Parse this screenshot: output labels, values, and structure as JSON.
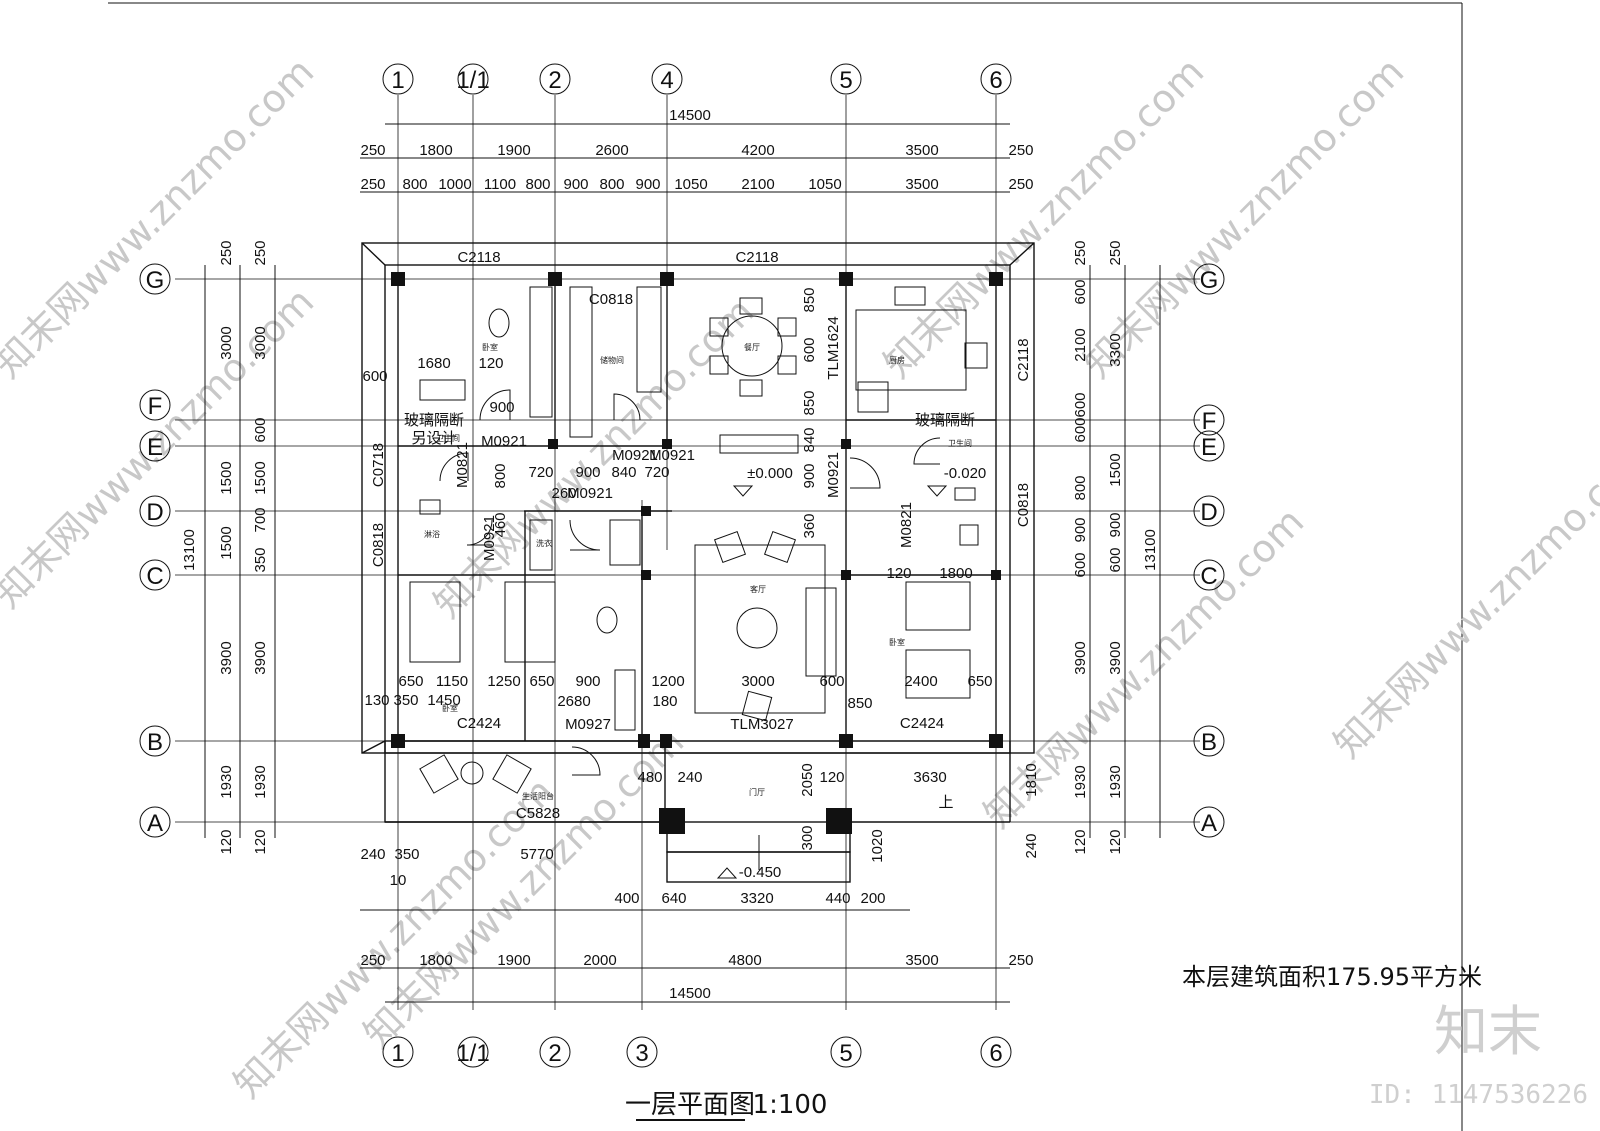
{
  "drawing": {
    "title": "一层平面图",
    "scale": "1:100",
    "area_note": "本层建筑面积175.95平方米",
    "brand": "知末",
    "id_text": "ID: 1147536226",
    "watermark": "知末网www.znzmo.com"
  },
  "axes_vertical": {
    "top": [
      "1",
      "1/1",
      "2",
      "4",
      "5",
      "6"
    ],
    "bottom": [
      "1",
      "1/1",
      "2",
      "3",
      "5",
      "6"
    ]
  },
  "axes_horizontal": [
    "G",
    "F",
    "E",
    "D",
    "C",
    "B",
    "A"
  ],
  "dims_top": {
    "total": "14500",
    "row1": [
      "250",
      "1800",
      "1900",
      "2600",
      "4200",
      "3500",
      "250"
    ],
    "row2": [
      "250",
      "800",
      "1000",
      "1100",
      "800",
      "900",
      "800",
      "900",
      "1050",
      "2100",
      "1050",
      "3500",
      "250"
    ]
  },
  "dims_bottom": {
    "total": "14500",
    "row1": [
      "250",
      "1800",
      "1900",
      "2000",
      "4800",
      "3500",
      "250"
    ],
    "row2": [
      "240",
      "350",
      "5770",
      "400",
      "640",
      "3320",
      "440",
      "200"
    ]
  },
  "dims_left": {
    "total": "13100",
    "outer": [
      "250",
      "3000",
      "1500",
      "1500",
      "3900",
      "1930",
      "120"
    ],
    "inner": [
      "250",
      "3000",
      "600",
      "1500",
      "700",
      "350",
      "3900",
      "1930",
      "120"
    ]
  },
  "dims_right": {
    "total": "13100",
    "outer": [
      "250",
      "3300",
      "1500",
      "900",
      "600",
      "3900",
      "1930",
      "120"
    ],
    "inner": [
      "250",
      "600",
      "2100",
      "600",
      "600",
      "800",
      "900",
      "600",
      "3900",
      "1930",
      "120"
    ]
  },
  "openings": [
    "C2118",
    "C2118",
    "C0818",
    "C0718",
    "C0818",
    "C2118",
    "C0818",
    "C2424",
    "C2424",
    "C5828",
    "M0927",
    "M0921",
    "M0921",
    "M0921",
    "M0821",
    "M0821",
    "M0921",
    "M0921",
    "TLM1624",
    "TLM3027",
    "M0921"
  ],
  "inner_dims": [
    "1680",
    "120",
    "600",
    "900",
    "720",
    "900",
    "840",
    "720",
    "800",
    "260",
    "460",
    "850",
    "600",
    "850",
    "840",
    "900",
    "360",
    "120",
    "1800",
    "650",
    "1150",
    "1250",
    "650",
    "900",
    "1200",
    "3000",
    "600",
    "2400",
    "650",
    "130",
    "350",
    "1450",
    "2680",
    "180",
    "850",
    "480",
    "240",
    "2050",
    "120",
    "3630",
    "1810",
    "300",
    "1020",
    "240",
    "10"
  ],
  "levels": [
    "±0.000",
    "-0.020",
    "-0.450"
  ],
  "labels": {
    "glass_partition_1": "玻璃隔断",
    "glass_partition_2": "玻璃隔断",
    "glass_note": "另设计",
    "up": "上"
  },
  "rooms": [
    "卧室",
    "储物间",
    "餐厅",
    "厨房",
    "卫生间",
    "淋浴",
    "洗衣",
    "客厅",
    "卧室",
    "卧室",
    "生活阳台",
    "门厅",
    "卫生间"
  ]
}
